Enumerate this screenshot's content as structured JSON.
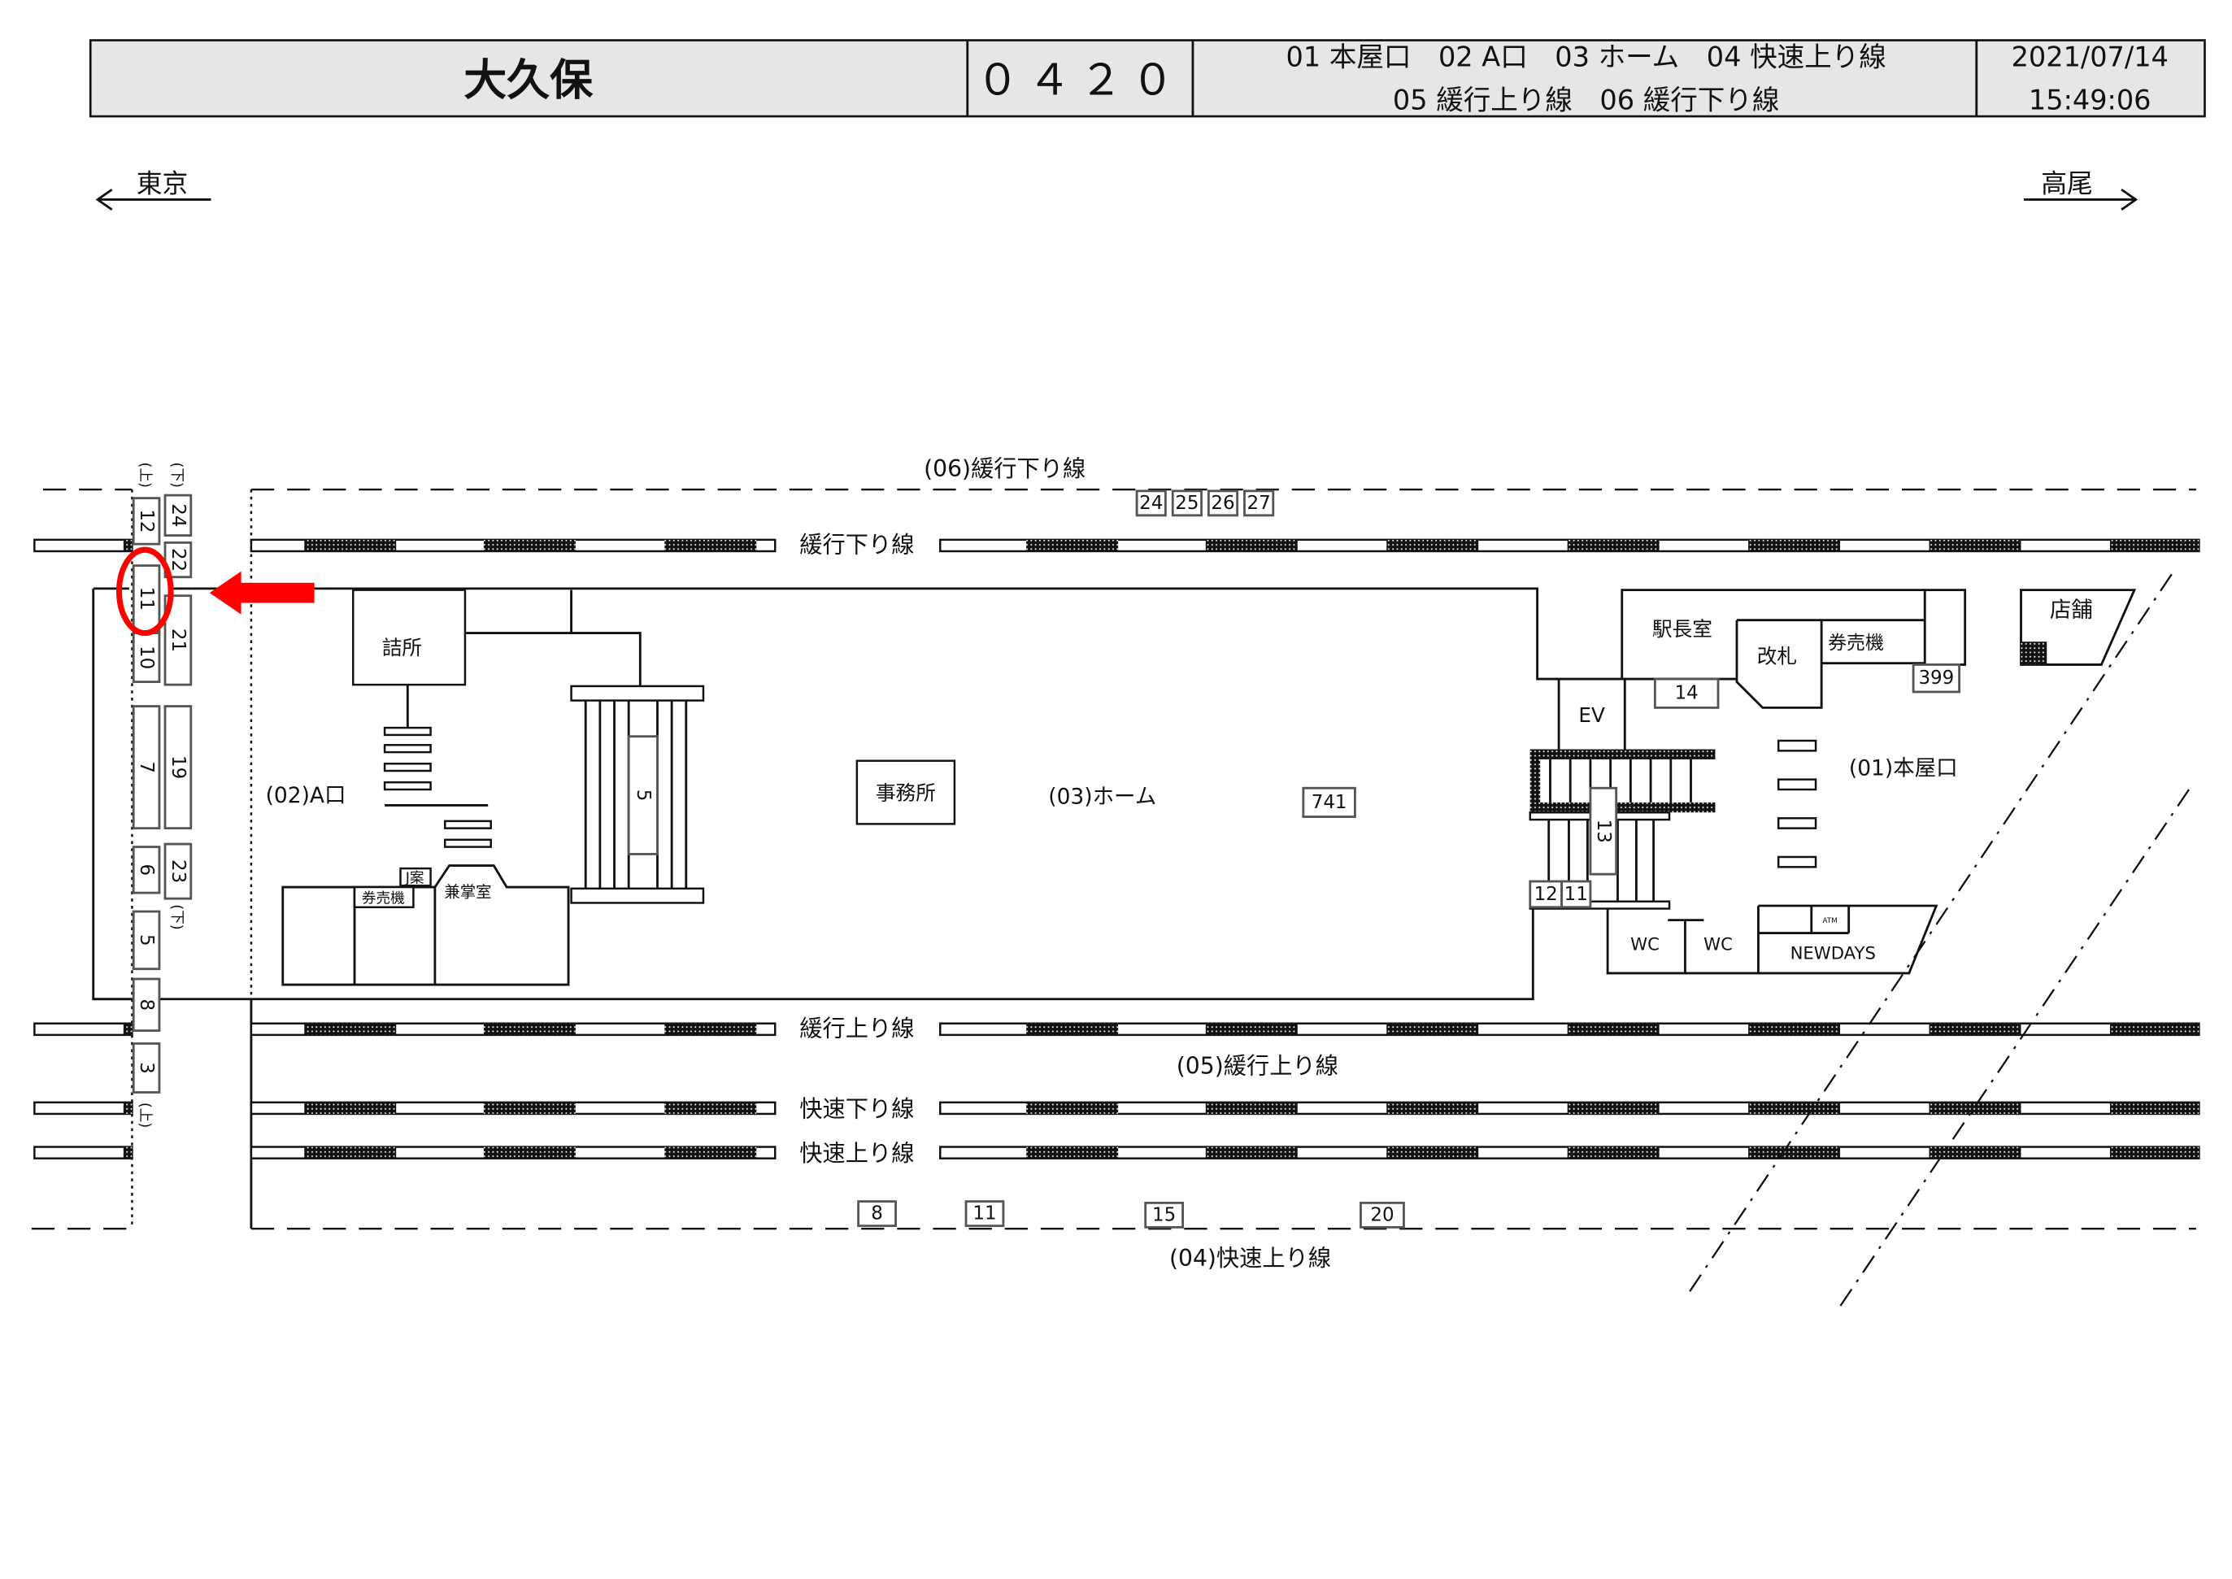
{
  "header": {
    "station": "大久保",
    "code": "０４２０",
    "legend_line1": "01 本屋口　02 A口　03 ホーム　04 快速上り線",
    "legend_line2": "05 緩行上り線　06 緩行下り線",
    "date": "2021/07/14",
    "time": "15:49:06"
  },
  "directions": {
    "left": "東京",
    "right": "高尾"
  },
  "tracks": {
    "line06": "(06)緩行下り線",
    "kanko_kudari": "緩行下り線",
    "kanko_nobori": "緩行上り線",
    "line05": "(05)緩行上り線",
    "kaisoku_kudari": "快速下り線",
    "kaisoku_nobori": "快速上り線",
    "line04": "(04)快速上り線"
  },
  "areas": {
    "a_exit": "(02)A口",
    "home": "(03)ホーム",
    "main_exit": "(01)本屋口"
  },
  "rooms": {
    "tsumesho": "詰所",
    "jimusho": "事務所",
    "kenbaiki_left": "券売機",
    "j_an": "J案",
    "kenshoshitsu": "兼掌室",
    "ekichoshitsu": "駅長室",
    "kaisatsu": "改札",
    "kenbaiki_right": "券売機",
    "ev": "EV",
    "tenpo": "店舗",
    "wc1": "WC",
    "wc2": "WC",
    "newdays": "NEWDAYS",
    "atm": "ATM"
  },
  "side_marks": {
    "up_top": "(上)",
    "down_top": "(下)",
    "down_mid": "(下)",
    "up_bottom": "(上)"
  },
  "boards": [
    "12",
    "11",
    "10",
    "7",
    "6",
    "5",
    "8",
    "3",
    "24",
    "22",
    "21",
    "19",
    "23",
    "24",
    "25",
    "26",
    "27",
    "8",
    "11",
    "15",
    "20",
    "741",
    "14",
    "399",
    "13",
    "12",
    "11",
    "5"
  ],
  "highlight": {
    "color": "#ff0000",
    "board": "11"
  }
}
